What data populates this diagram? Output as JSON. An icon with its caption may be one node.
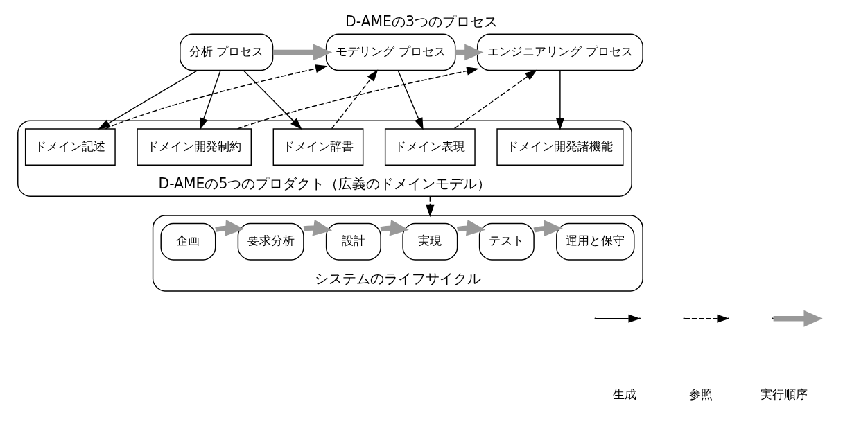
{
  "diagram": {
    "title": "D-AMEの3つのプロセス",
    "nodes": [
      {
        "text": [
          "分析 プロセス"
        ]
      },
      {
        "text": [
          "モデリング プロセス"
        ]
      },
      {
        "text": [
          "エンジニアリング プロセス"
        ]
      },
      {
        "text": [
          "D-AMEの5つのプロダクト（広義のドメインモデル）"
        ]
      },
      {
        "text": [
          "ドメイン記述"
        ],
        "in": 3
      },
      {
        "text": [
          "ドメイン辞書"
        ],
        "in": 3
      },
      {
        "text": [
          "ドメイン表現"
        ],
        "in": 3
      },
      {
        "text": [
          "ドメイン開発制約"
        ],
        "in": 3
      },
      {
        "text": [
          "ドメイン開発諸機能"
        ],
        "in": 3
      },
      {
        "text": [
          "システムのライフサイクル"
        ]
      },
      {
        "text": [
          "企画"
        ],
        "in": 9
      },
      {
        "text": [
          "要求分析"
        ],
        "in": 9
      },
      {
        "text": [
          "設計"
        ],
        "in": 9
      },
      {
        "text": [
          "実現"
        ],
        "in": 9
      },
      {
        "text": [
          "テスト"
        ],
        "in": 9
      },
      {
        "text": [
          "運用と保守"
        ],
        "in": 9
      }
    ],
    "edges": [
      {
        "from": 0,
        "to": 1,
        "arrow": "to",
        "style": "thick",
        "color": "#999999"
      },
      {
        "from": 1,
        "to": 2,
        "arrow": "to",
        "style": "thick",
        "color": "#999999"
      },
      {
        "from": 0,
        "to": 4,
        "arrow": "to"
      },
      {
        "from": 0,
        "to": 5,
        "arrow": "to"
      },
      {
        "from": 0,
        "to": 7,
        "arrow": "to"
      },
      {
        "from": 1,
        "to": 6,
        "arrow": "to"
      },
      {
        "from": 2,
        "to": 8,
        "arrow": "to"
      },
      {
        "from": 4,
        "to": 1,
        "arrow": "to",
        "style": "dashed"
      },
      {
        "from": 5,
        "to": 1,
        "arrow": "to",
        "style": "dashed"
      },
      {
        "from": 6,
        "to": 2,
        "arrow": "to",
        "style": "dashed"
      },
      {
        "from": 7,
        "to": 2,
        "arrow": "to",
        "style": "dashed"
      },
      {
        "from": 3,
        "to": 9,
        "arrow": "to",
        "style": "dashed"
      },
      {
        "from": 10,
        "to": 11,
        "arrow": "to",
        "style": "thick",
        "color": "#999999"
      },
      {
        "from": 11,
        "to": 12,
        "arrow": "to",
        "style": "thick",
        "color": "#999999"
      },
      {
        "from": 12,
        "to": 13,
        "arrow": "to",
        "style": "thick",
        "color": "#999999"
      },
      {
        "from": 13,
        "to": 14,
        "arrow": "to",
        "style": "thick",
        "color": "#999999"
      },
      {
        "from": 14,
        "to": 15,
        "arrow": "to",
        "style": "thick",
        "color": "#999999"
      }
    ],
    "legend": [
      {
        "text": "生成"
      },
      {
        "text": "参照"
      },
      {
        "text": "実行順序"
      }
    ]
  }
}
